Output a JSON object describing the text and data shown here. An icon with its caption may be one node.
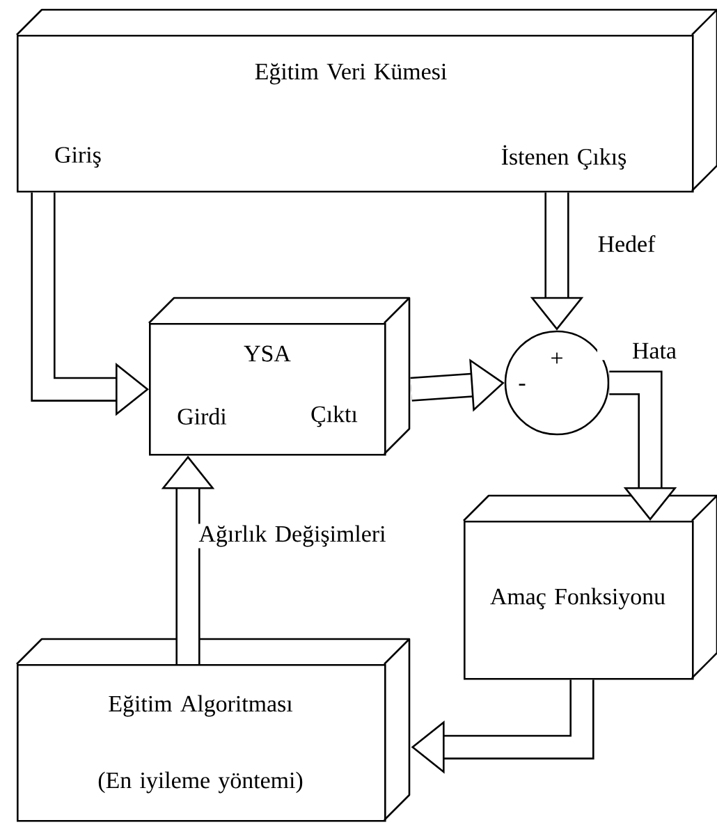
{
  "diagram": {
    "nodes": [
      {
        "text": [
          "Eğitim Veri Kümesi",
          "Giriş",
          "İstenen Çıkış"
        ]
      },
      {
        "text": [
          "YSA",
          "Girdi",
          "Çıktı"
        ]
      },
      {
        "text": [
          "+",
          "-"
        ]
      },
      {
        "text": [
          "Amaç Fonksiyonu"
        ]
      },
      {
        "text": [
          "Eğitim Algoritması",
          "(En iyileme yöntemi)"
        ]
      }
    ],
    "edges": [
      {
        "from": 0,
        "to": 1,
        "arrow": "to"
      },
      {
        "from": 0,
        "to": 2,
        "arrow": "to",
        "label": "Hedef"
      },
      {
        "from": 1,
        "to": 2,
        "arrow": "to"
      },
      {
        "from": 2,
        "to": 3,
        "arrow": "to",
        "label": "Hata"
      },
      {
        "from": 3,
        "to": 4,
        "arrow": "to"
      },
      {
        "from": 4,
        "to": 1,
        "arrow": "to",
        "label": "Ağırlık Değişimleri"
      }
    ]
  }
}
